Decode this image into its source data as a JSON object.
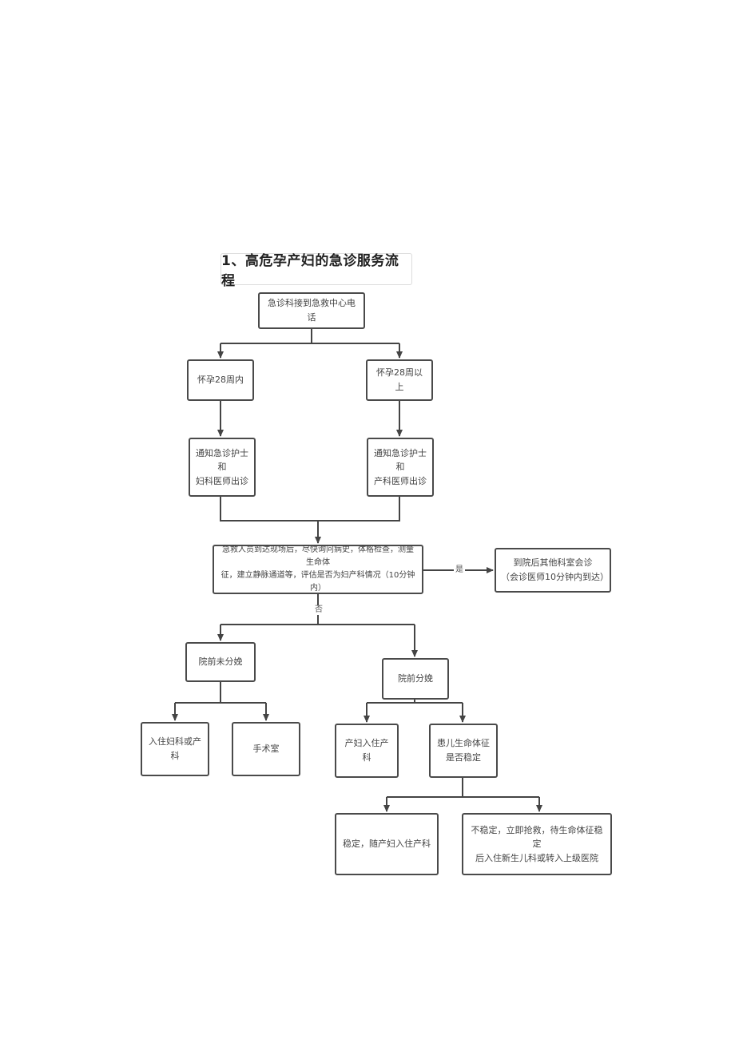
{
  "title": "1、高危孕产妇的急诊服务流程",
  "nodes": {
    "call": "急诊科接到急救中心电话",
    "under28": "怀孕28周内",
    "over28": "怀孕28周以上",
    "notify_gyn": "通知急诊护士和\n妇科医师出诊",
    "notify_obs": "通知急诊护士和\n产科医师出诊",
    "arrive": "急救人员到达现场后，尽快询问病史，体格检查，测量生命体\n征，建立静脉通道等，评估是否为妇产科情况（10分钟内）",
    "other_dept": "到院后其他科室会诊\n（会诊医师10分钟内到达）",
    "not_delivered": "院前未分娩",
    "delivered": "院前分娩",
    "gyn_obs_ward": "入住妇科或产科",
    "operating_room": "手术室",
    "mother_obs": "产妇入住产科",
    "baby_vitals": "患儿生命体征\n是否稳定",
    "stable": "稳定，随产妇入住产科",
    "unstable": "不稳定，立即抢救，待生命体征稳定\n后入住新生儿科或转入上级医院"
  },
  "edge_labels": {
    "yes": "是",
    "no": "否"
  }
}
